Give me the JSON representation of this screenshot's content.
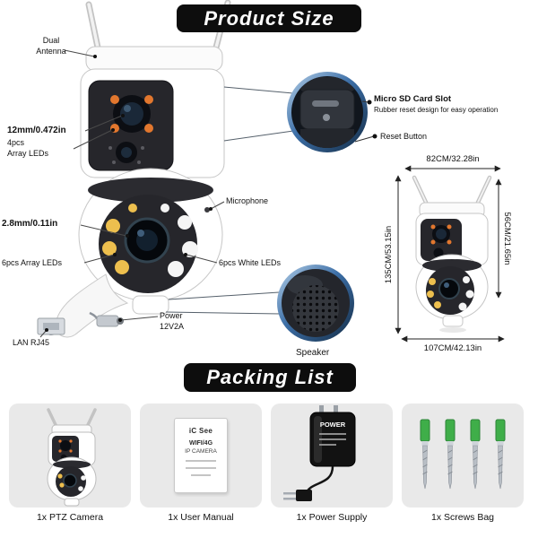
{
  "product_size": {
    "title": "Product Size",
    "labels": {
      "dual_antenna_1": "Dual",
      "dual_antenna_2": "Antenna",
      "top_lens": "12mm/0.472in",
      "array_leds_4_1": "4pcs",
      "array_leds_4_2": "Array LEDs",
      "bottom_lens": "2.8mm/0.11in",
      "array_leds_6": "6pcs Array LEDs",
      "lan": "LAN RJ45",
      "power_1": "Power",
      "power_2": "12V2A",
      "microphone": "Microphone",
      "white_leds_6": "6pcs White LEDs",
      "sd_slot_title": "Micro SD Card Slot",
      "sd_slot_desc": "Rubber reset design for easy operation",
      "reset_button": "Reset Button",
      "speaker": "Speaker"
    },
    "dimensions": {
      "width_top": "82CM/32.28in",
      "height_left": "135CM/53.15in",
      "height_right": "56CM/21.65in",
      "width_bottom": "107CM/42.13in"
    }
  },
  "packing_list": {
    "title": "Packing List",
    "items": [
      {
        "label": "1x PTZ Camera"
      },
      {
        "label": "1x User Manual",
        "card": {
          "line1": "iC See",
          "line2": "WIFI/4G",
          "line3": "IP CAMERA"
        }
      },
      {
        "label": "1x Power Supply",
        "device_label": "POWER"
      },
      {
        "label": "1x Screws Bag"
      }
    ]
  },
  "colors": {
    "title_bg": "#0d0d0d",
    "callout_ring_blue": "#3c6ea6",
    "led_orange": "#e2772e",
    "led_yellow": "#edbf4e",
    "screw_green": "#3fae49",
    "box_gray": "#e9e9e9"
  }
}
